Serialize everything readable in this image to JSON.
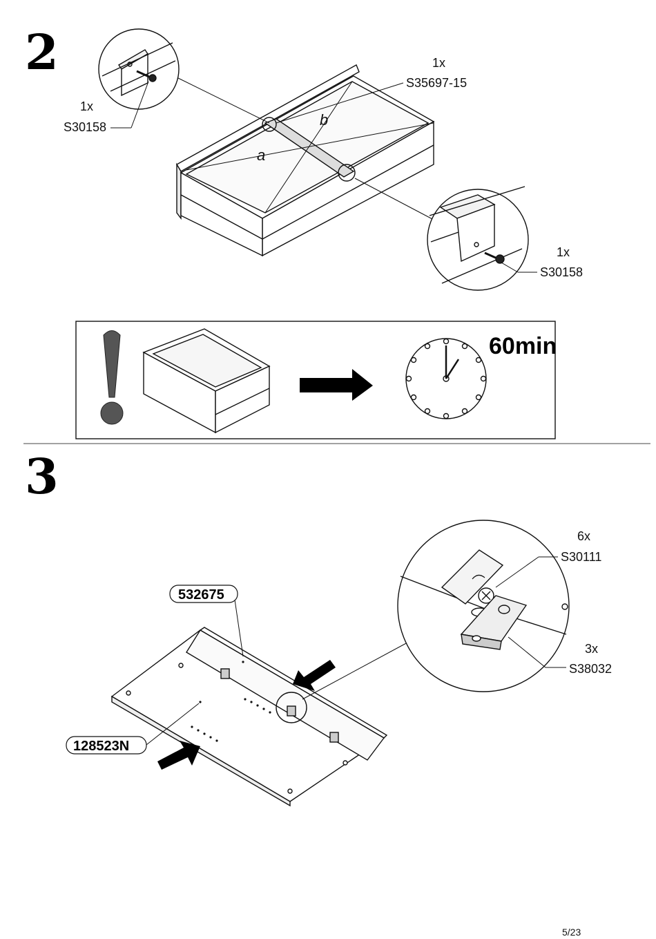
{
  "step2": {
    "number": "2",
    "callout_left": {
      "qty": "1x",
      "part": "S30158"
    },
    "callout_top": {
      "qty": "1x",
      "part": "S35697-15"
    },
    "callout_right": {
      "qty": "1x",
      "part": "S30158"
    },
    "diag_a": "a",
    "diag_b": "b"
  },
  "notice": {
    "wait_time": "60min"
  },
  "step3": {
    "number": "3",
    "board_top": "532675",
    "board_bottom": "128523N",
    "callout_screw": {
      "qty": "6x",
      "part": "S30111"
    },
    "callout_bracket": {
      "qty": "3x",
      "part": "S38032"
    }
  },
  "footer": {
    "page": "5/23"
  }
}
